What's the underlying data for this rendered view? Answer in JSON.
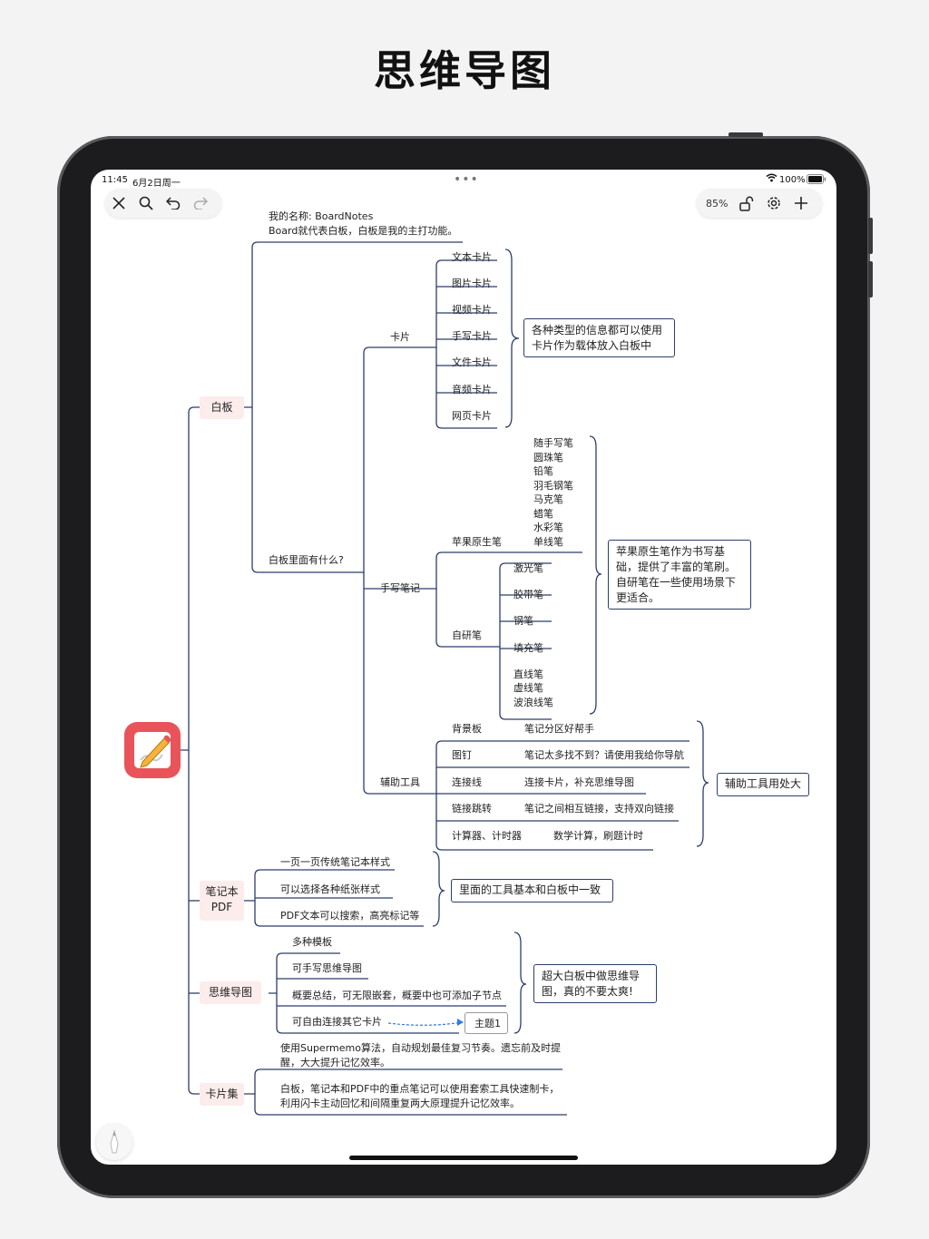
{
  "headline": "思维导图",
  "status": {
    "time": "11:45",
    "date": "6月2日周一",
    "battery": "100%"
  },
  "toolbar": {
    "left_icons": [
      "close-icon",
      "search-icon",
      "undo-icon",
      "redo-icon"
    ],
    "zoom": "85%",
    "right_icons": [
      "unlock-icon",
      "gear-icon",
      "plus-icon"
    ]
  },
  "colors": {
    "branch_line": "#2c3e6b",
    "pink_node": "#fcecec",
    "root_icon": "#e8545a",
    "dashed_link": "#2d7be5"
  },
  "mindmap": {
    "intro": {
      "line1": "我的名称: BoardNotes",
      "line2": "Board就代表白板，白板是我的主打功能。"
    },
    "whiteboard": {
      "label": "白板",
      "inside": "白板里面有什么?",
      "cards": {
        "label": "卡片",
        "items": [
          "文本卡片",
          "图片卡片",
          "视频卡片",
          "手写卡片",
          "文件卡片",
          "音频卡片",
          "网页卡片"
        ],
        "summary_line1": "各种类型的信息都可以使用",
        "summary_line2": "卡片作为载体放入白板中"
      },
      "handwriting": {
        "label": "手写笔记",
        "apple": {
          "label": "苹果原生笔",
          "pens": [
            "随手写笔",
            "圆珠笔",
            "铅笔",
            "羽毛钢笔",
            "马克笔",
            "蜡笔",
            "水彩笔",
            "单线笔"
          ]
        },
        "custom": {
          "label": "自研笔",
          "pens": [
            "激光笔",
            "胶带笔",
            "钢笔",
            "填充笔"
          ],
          "line_pens": [
            "直线笔",
            "虚线笔",
            "波浪线笔"
          ]
        },
        "summary_line1": "苹果原生笔作为书写基",
        "summary_line2": "础，提供了丰富的笔刷。",
        "summary_line3": "自研笔在一些使用场景下",
        "summary_line4": "更适合。"
      },
      "tools": {
        "label": "辅助工具",
        "items": [
          {
            "name": "背景板",
            "desc": "笔记分区好帮手"
          },
          {
            "name": "图钉",
            "desc": "笔记太多找不到？请使用我给你导航"
          },
          {
            "name": "连接线",
            "desc": "连接卡片，补充思维导图"
          },
          {
            "name": "链接跳转",
            "desc": "笔记之间相互链接，支持双向链接"
          },
          {
            "name": "计算器、计时器",
            "desc": "数学计算，刷题计时"
          }
        ],
        "summary": "辅助工具用处大"
      }
    },
    "notebook": {
      "label_line1": "笔记本",
      "label_line2": "PDF",
      "items": [
        "一页一页传统笔记本样式",
        "可以选择各种纸张样式",
        "PDF文本可以搜索，高亮标记等"
      ],
      "summary": "里面的工具基本和白板中一致"
    },
    "mindmap_node": {
      "label": "思维导图",
      "items": [
        "多种模板",
        "可手写思维导图",
        "概要总结，可无限嵌套，概要中也可添加子节点",
        "可自由连接其它卡片"
      ],
      "topic": "主题1",
      "summary_line1": "超大白板中做思维导",
      "summary_line2": "图，真的不要太爽!"
    },
    "cardset": {
      "label": "卡片集",
      "desc1_line1": "使用Supermemo算法，自动规划最佳复习节奏。遗忘前及时提",
      "desc1_line2": "醒，大大提升记忆效率。",
      "desc2_line1": "白板，笔记本和PDF中的重点笔记可以使用套索工具快速制卡，",
      "desc2_line2": "利用闪卡主动回忆和间隔重复两大原理提升记忆效率。"
    }
  }
}
